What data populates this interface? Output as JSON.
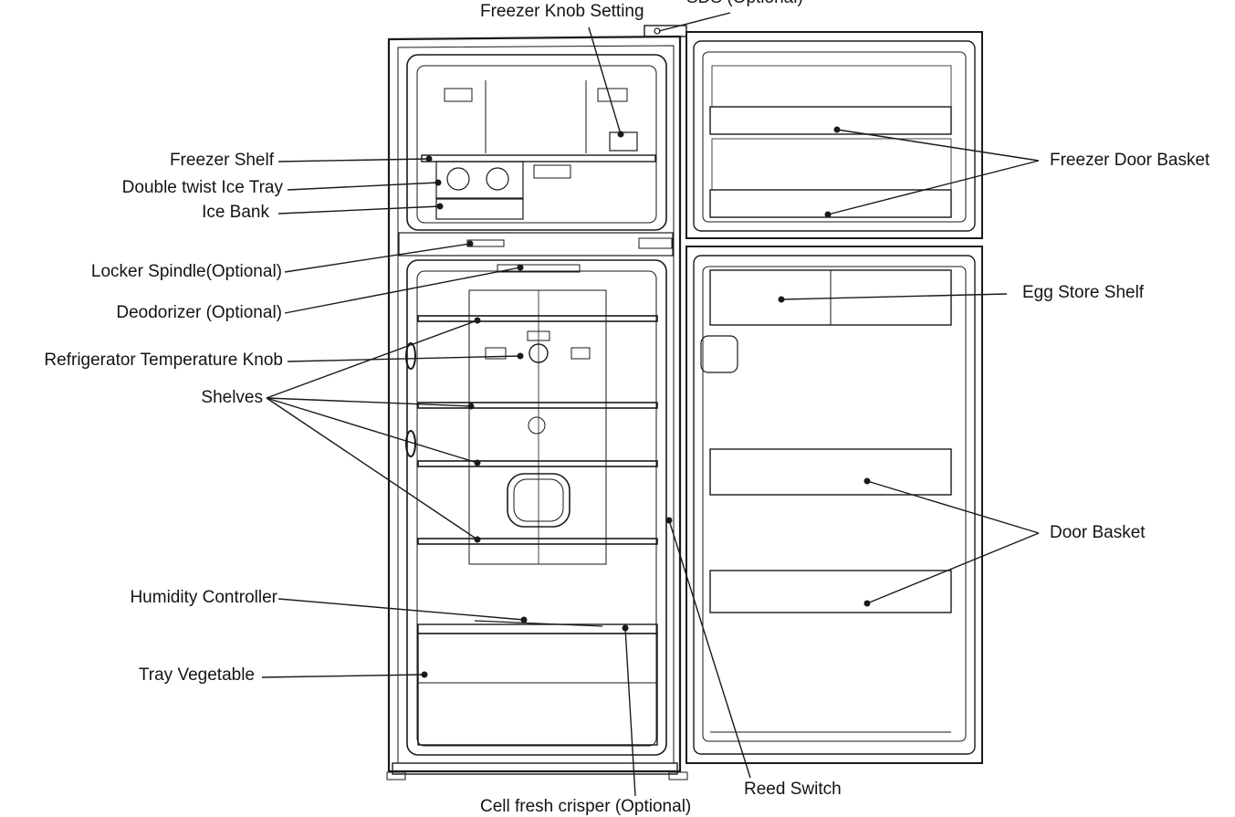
{
  "labels": {
    "freezer_knob_setting": "Freezer Knob Setting",
    "sds": "SDS (Optional)",
    "freezer_shelf": "Freezer Shelf",
    "double_twist_ice_tray": "Double twist  Ice Tray",
    "ice_bank": "Ice Bank",
    "locker_spindle": "Locker Spindle(Optional)",
    "deodorizer": "Deodorizer (Optional)",
    "refrigerator_temperature_knob": "Refrigerator Temperature Knob",
    "shelves": "Shelves",
    "humidity_controller": "Humidity Controller",
    "tray_vegetable": "Tray Vegetable",
    "cell_fresh_crisper": "Cell fresh crisper (Optional)",
    "reed_switch": "Reed Switch",
    "freezer_door_basket": "Freezer Door Basket",
    "egg_store_shelf": "Egg Store Shelf",
    "door_basket": "Door Basket"
  },
  "colors": {
    "line": "#1a1a1a",
    "text": "#141414",
    "background": "#ffffff"
  }
}
